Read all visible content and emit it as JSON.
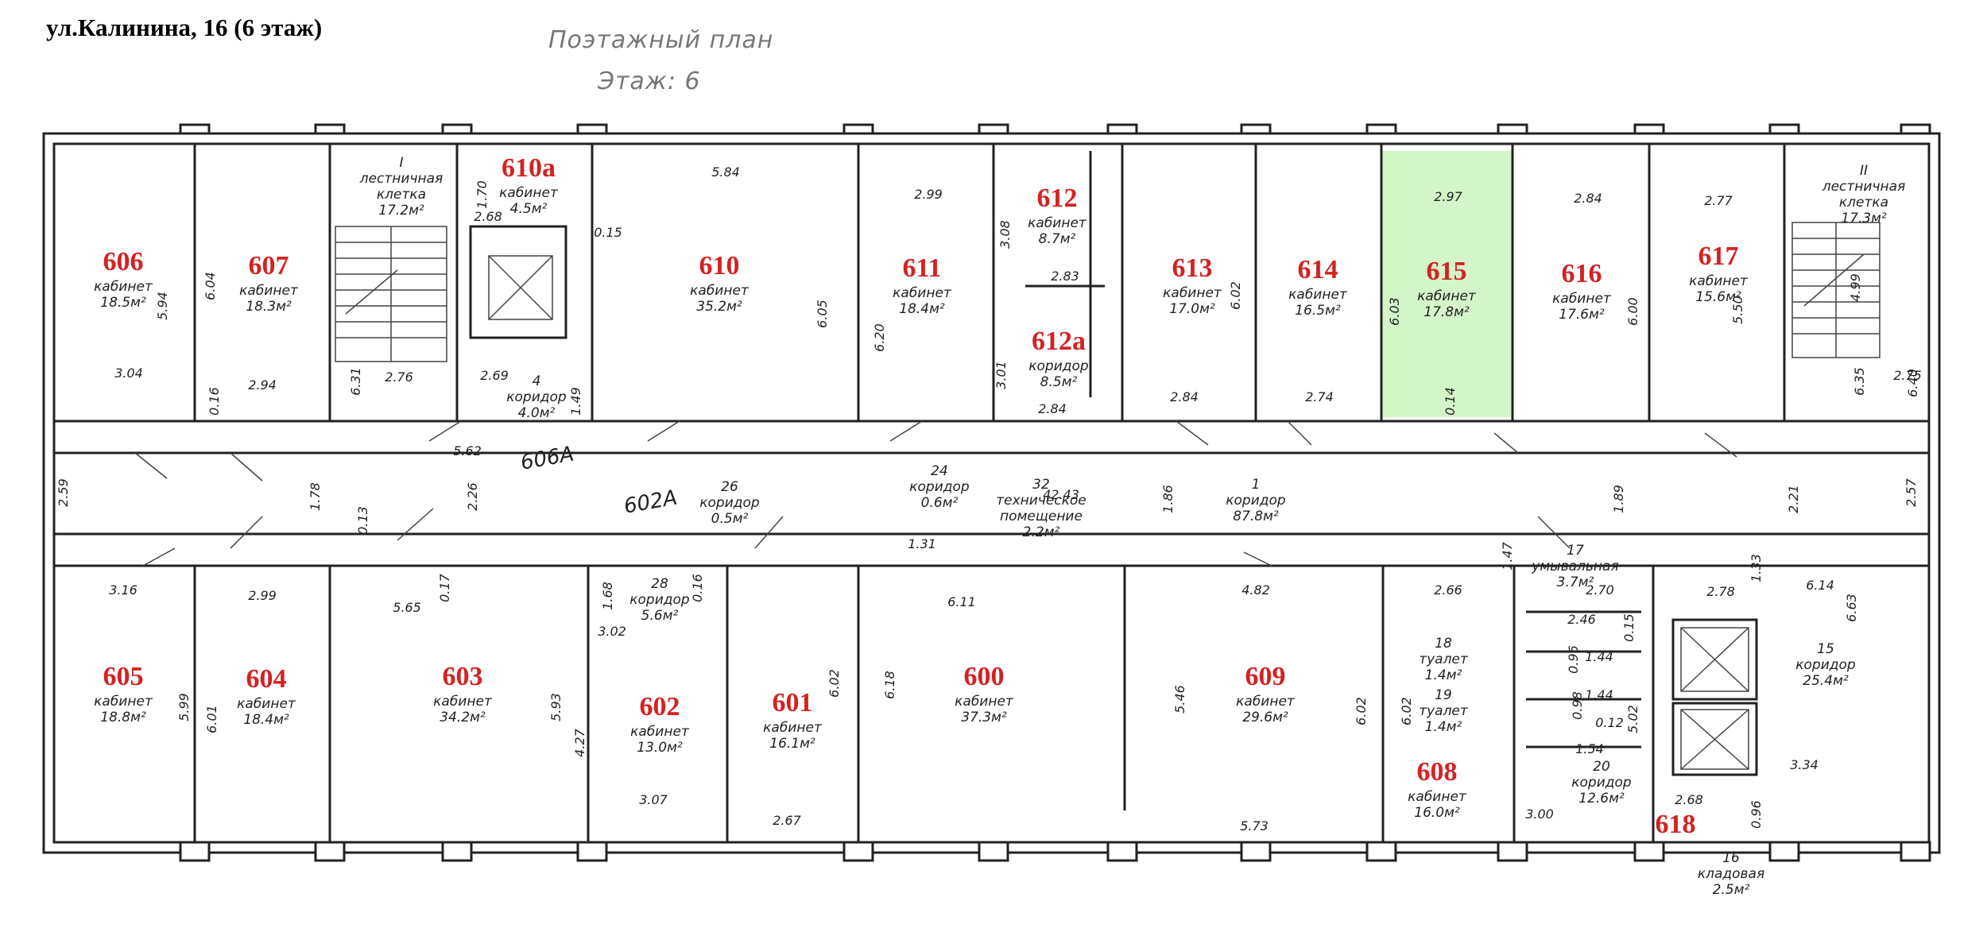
{
  "header": {
    "address": "ул.Калинина, 16 (6 этаж)",
    "plan_title": "Поэтажный план",
    "floor": "Этаж: 6"
  },
  "colors": {
    "highlight": "#d4f5c8",
    "room_number": "#d42222"
  },
  "rooms": [
    {
      "id": "606",
      "number": "606",
      "lines": [
        "кабинет",
        "18.5м²"
      ]
    },
    {
      "id": "607",
      "number": "607",
      "lines": [
        "кабинет",
        "18.3м²"
      ]
    },
    {
      "id": "stair1",
      "number": "",
      "lines": [
        "I",
        "лестничная",
        "клетка",
        "17.2м²"
      ]
    },
    {
      "id": "610a",
      "number": "610a",
      "lines": [
        "кабинет",
        "4.5м²"
      ]
    },
    {
      "id": "610",
      "number": "610",
      "lines": [
        "кабинет",
        "35.2м²"
      ]
    },
    {
      "id": "611",
      "number": "611",
      "lines": [
        "кабинет",
        "18.4м²"
      ]
    },
    {
      "id": "612",
      "number": "612",
      "lines": [
        "кабинет",
        "8.7м²"
      ]
    },
    {
      "id": "612a",
      "number": "612a",
      "lines": [
        "коридор",
        "8.5м²"
      ]
    },
    {
      "id": "613",
      "number": "613",
      "lines": [
        "кабинет",
        "17.0м²"
      ]
    },
    {
      "id": "614",
      "number": "614",
      "lines": [
        "кабинет",
        "16.5м²"
      ]
    },
    {
      "id": "615",
      "number": "615",
      "lines": [
        "кабинет",
        "17.8м²"
      ],
      "highlighted": true
    },
    {
      "id": "616",
      "number": "616",
      "lines": [
        "кабинет",
        "17.6м²"
      ]
    },
    {
      "id": "617",
      "number": "617",
      "lines": [
        "кабинет",
        "15.6м²"
      ]
    },
    {
      "id": "stair2",
      "number": "",
      "lines": [
        "II",
        "лестничная",
        "клетка",
        "17.3м²"
      ]
    },
    {
      "id": "605",
      "number": "605",
      "lines": [
        "кабинет",
        "18.8м²"
      ]
    },
    {
      "id": "604",
      "number": "604",
      "lines": [
        "кабинет",
        "18.4м²"
      ]
    },
    {
      "id": "603",
      "number": "603",
      "lines": [
        "кабинет",
        "34.2м²"
      ]
    },
    {
      "id": "602",
      "number": "602",
      "lines": [
        "кабинет",
        "13.0м²"
      ]
    },
    {
      "id": "601",
      "number": "601",
      "lines": [
        "кабинет",
        "16.1м²"
      ]
    },
    {
      "id": "600",
      "number": "600",
      "lines": [
        "кабинет",
        "37.3м²"
      ]
    },
    {
      "id": "609",
      "number": "609",
      "lines": [
        "кабинет",
        "29.6м²"
      ]
    },
    {
      "id": "608",
      "number": "608",
      "lines": [
        "кабинет",
        "16.0м²"
      ]
    },
    {
      "id": "618",
      "number": "618",
      "lines": []
    }
  ],
  "spaces": [
    {
      "id": "c4",
      "lines": [
        "4",
        "коридор",
        "4.0м²"
      ]
    },
    {
      "id": "c26",
      "lines": [
        "26",
        "коридор",
        "0.5м²"
      ]
    },
    {
      "id": "c24",
      "lines": [
        "24",
        "коридор",
        "0.6м²"
      ]
    },
    {
      "id": "t32",
      "lines": [
        "32",
        "техническое",
        "помещение",
        "2.2м²"
      ]
    },
    {
      "id": "c1",
      "lines": [
        "1",
        "коридор",
        "87.8м²"
      ]
    },
    {
      "id": "c28",
      "lines": [
        "28",
        "коридор",
        "5.6м²"
      ]
    },
    {
      "id": "w17",
      "lines": [
        "17",
        "умывальная",
        "3.7м²"
      ]
    },
    {
      "id": "t18",
      "lines": [
        "18",
        "туалет",
        "1.4м²"
      ]
    },
    {
      "id": "t19",
      "lines": [
        "19",
        "туалет",
        "1.4м²"
      ]
    },
    {
      "id": "c20",
      "lines": [
        "20",
        "коридор",
        "12.6м²"
      ]
    },
    {
      "id": "c15",
      "lines": [
        "15",
        "коридор",
        "25.4м²"
      ]
    },
    {
      "id": "s16",
      "lines": [
        "16",
        "кладовая",
        "2.5м²"
      ]
    }
  ],
  "handwritten": [
    "606A",
    "602A"
  ],
  "dimensions": [
    "5.94",
    "6.04",
    "3.04",
    "0.16",
    "2.94",
    "6.31",
    "2.76",
    "1.70",
    "2.68",
    "0.15",
    "2.69",
    "1.49",
    "5.62",
    "5.84",
    "2.99",
    "6.05",
    "6.20",
    "3.08",
    "2.83",
    "3.01",
    "2.84",
    "2.84",
    "6.02",
    "2.74",
    "2.97",
    "6.03",
    "0.14",
    "2.84",
    "6.00",
    "2.77",
    "5.50",
    "4.99",
    "6.35",
    "2.75",
    "6.40",
    "2.59",
    "1.78",
    "0.13",
    "2.26",
    "42.43",
    "1.86",
    "1.89",
    "2.21",
    "2.57",
    "3.16",
    "2.99",
    "5.65",
    "0.17",
    "1.68",
    "3.02",
    "0.16",
    "1.31",
    "6.11",
    "4.82",
    "2.66",
    "1.47",
    "2.70",
    "2.46",
    "0.15",
    "2.78",
    "1.33",
    "6.14",
    "6.63",
    "5.99",
    "6.01",
    "5.93",
    "4.27",
    "3.07",
    "2.67",
    "6.02",
    "6.18",
    "5.46",
    "6.02",
    "6.02",
    "1.44",
    "0.96",
    "1.44",
    "0.98",
    "0.12",
    "5.02",
    "1.54",
    "3.00",
    "2.68",
    "0.96",
    "3.34",
    "5.73"
  ]
}
